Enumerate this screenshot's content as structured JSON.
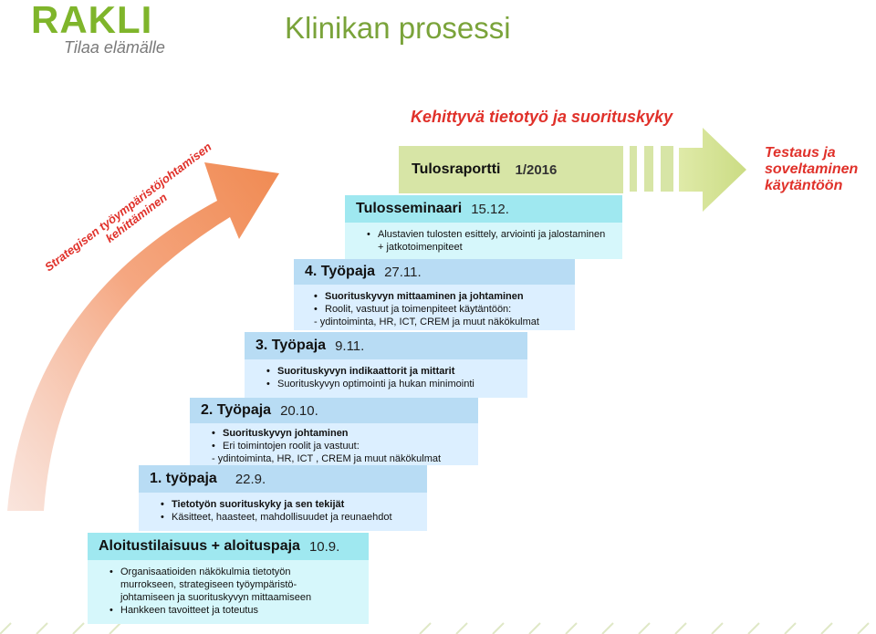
{
  "logo": {
    "mark": "RAKLI",
    "tagline": "Tilaa elämälle"
  },
  "title": "Klinikan prosessi",
  "headline": "Kehittyvä tietotyö ja suorituskyky",
  "outcome": [
    "Testaus ja",
    "soveltaminen",
    "käytäntöön"
  ],
  "arrow_label": [
    "Strategisen työympäristöjohtamisen",
    "kehittäminen"
  ],
  "colors": {
    "green_title": "#7aa33a",
    "red": "#e0312a",
    "cyan_head": "#9fe8f0",
    "cyan_body": "#d6f7fb",
    "blue_head": "#b8dcf4",
    "blue_body": "#dcefff",
    "green_box": "#d7e5a6"
  },
  "steps": [
    {
      "title": "Aloitustilaisuus + aloituspaja",
      "date": "10.9.",
      "items": [
        "Organisaatioiden näkökulmia tietotyön murrokseen, strategiseen työympäristö-johtamiseen ja suorituskyvyn mittaamiseen",
        "Hankkeen tavoitteet ja toteutus"
      ]
    },
    {
      "title": "1. työpaja",
      "date": "22.9.",
      "items": [
        "Tietotyön suorituskyky ja sen tekijät",
        "Käsitteet, haasteet, mahdollisuudet ja reunaehdot"
      ]
    },
    {
      "title": "2. Työpaja",
      "date": "20.10.",
      "items": [
        "Suorituskyvyn johtaminen",
        "Eri toimintojen roolit ja vastuut:"
      ],
      "sub": "- ydintoiminta, HR, ICT , CREM ja muut näkökulmat"
    },
    {
      "title": "3. Työpaja",
      "date": "9.11.",
      "items": [
        "Suorituskyvyn indikaattorit ja mittarit",
        "Suorituskyvyn optimointi ja hukan minimointi"
      ]
    },
    {
      "title": "4. Työpaja",
      "date": "27.11.",
      "items": [
        "Suorituskyvyn mittaaminen ja johtaminen",
        "Roolit, vastuut ja toimenpiteet käytäntöön:"
      ],
      "sub": "- ydintoiminta, HR, ICT, CREM ja muut näkökulmat"
    },
    {
      "title": "Tulosseminaari",
      "date": "15.12.",
      "items": [
        "Alustavien tulosten esittely, arviointi ja jalostaminen + jatkotoimenpiteet"
      ]
    },
    {
      "title": "Tulosraportti",
      "date": "1/2016"
    }
  ]
}
